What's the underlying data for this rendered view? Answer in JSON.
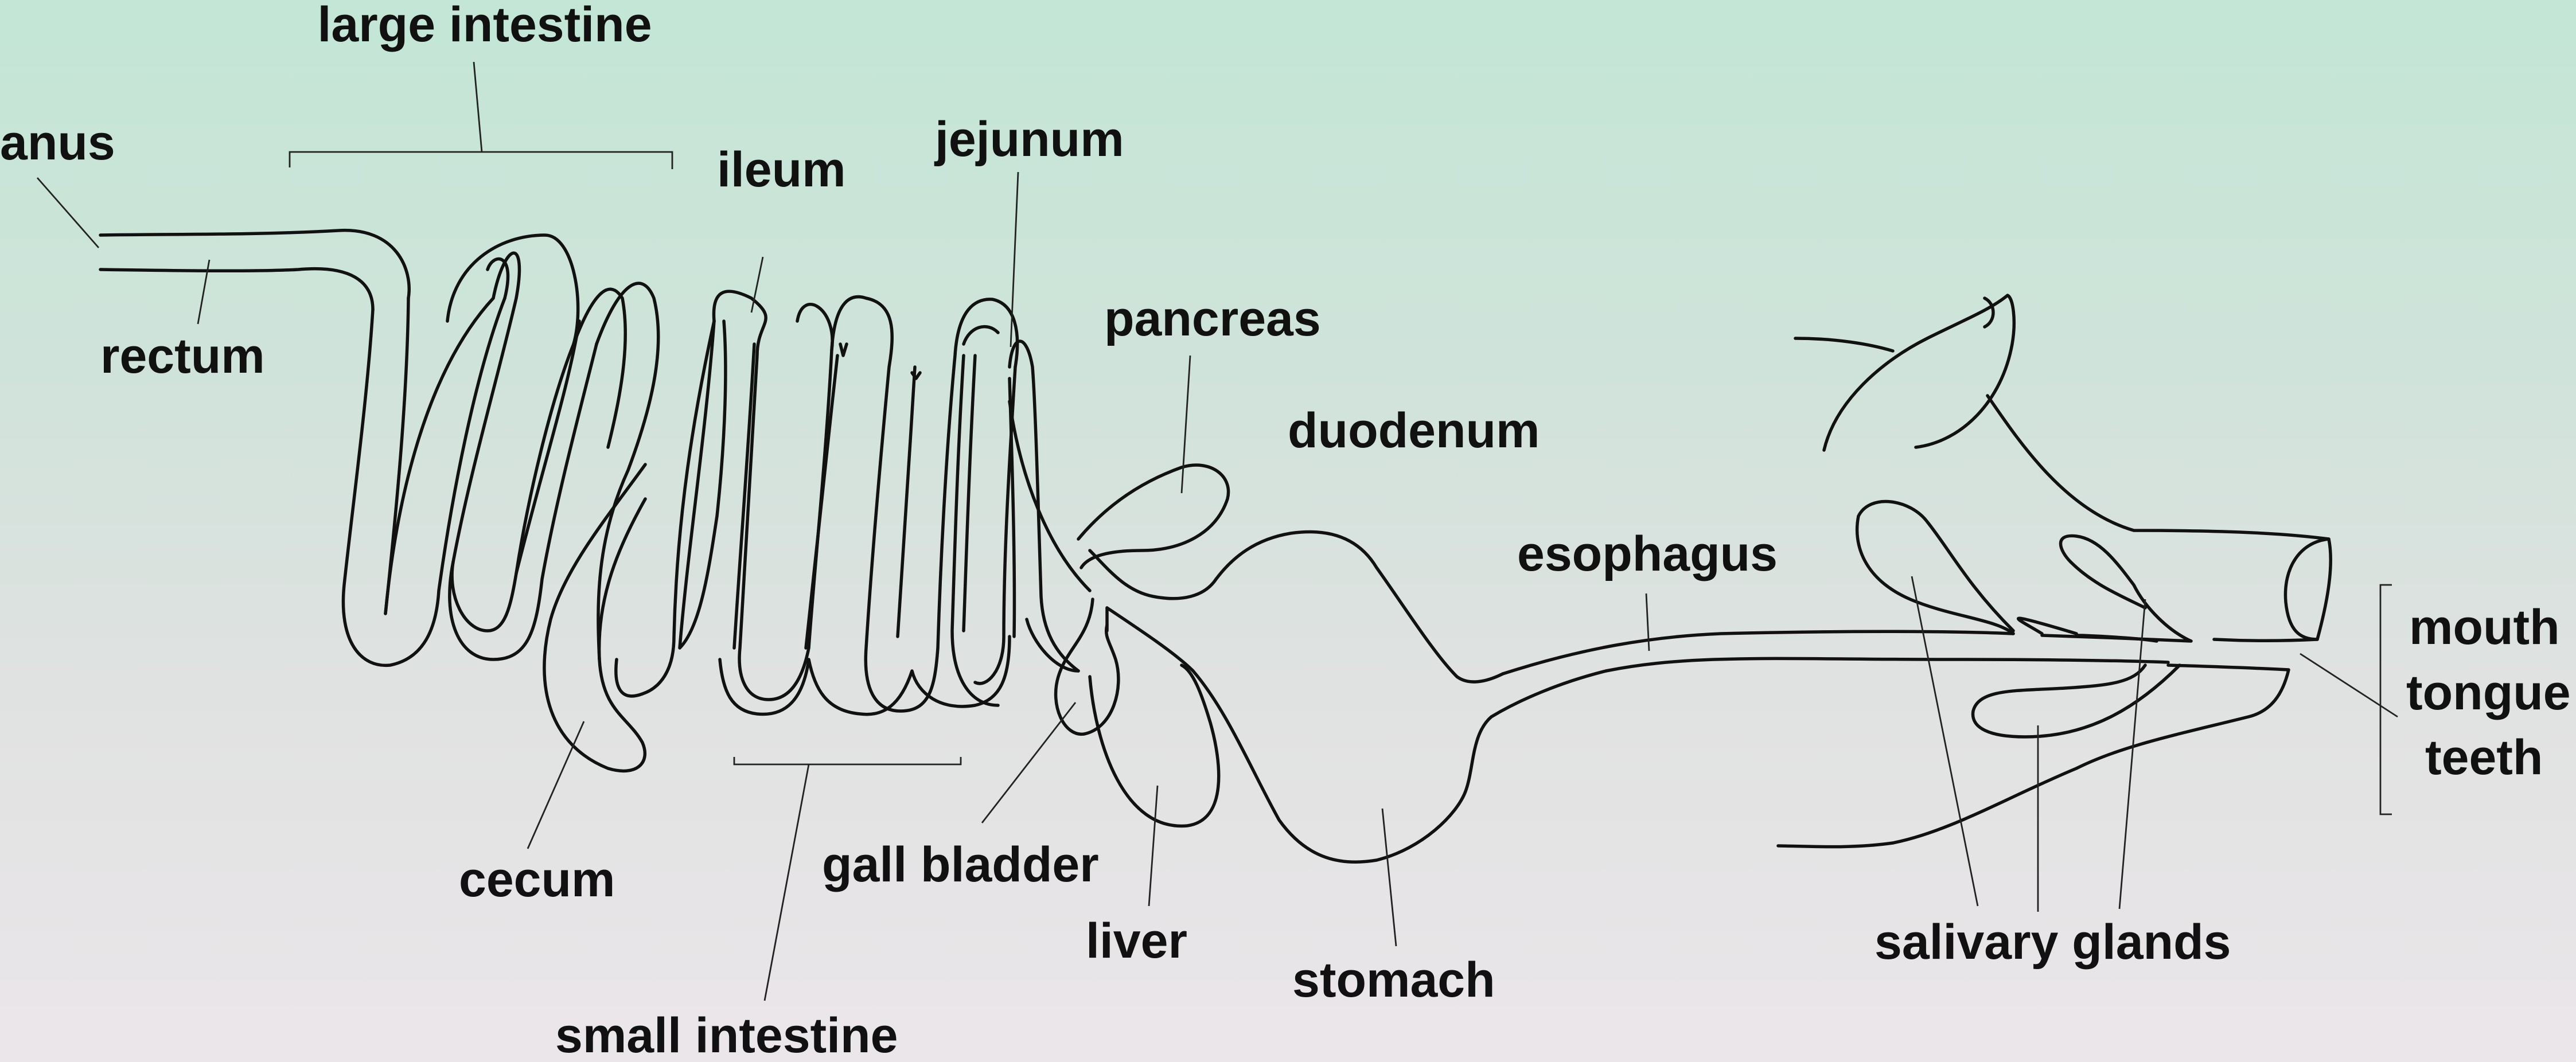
{
  "labels": {
    "large_intestine": "large intestine",
    "anus": "anus",
    "rectum": "rectum",
    "ileum": "ileum",
    "jejunum": "jejunum",
    "pancreas": "pancreas",
    "duodenum": "duodenum",
    "esophagus": "esophagus",
    "mouth": "mouth",
    "tongue": "tongue",
    "teeth": "teeth",
    "cecum": "cecum",
    "gall_bladder": "gall bladder",
    "liver": "liver",
    "stomach": "stomach",
    "salivary_glands": "salivary glands",
    "small_intestine": "small intestine"
  },
  "colors": {
    "background_top": "#c3e6d6",
    "background_bottom": "#ebe6ea",
    "stroke": "#111111"
  }
}
